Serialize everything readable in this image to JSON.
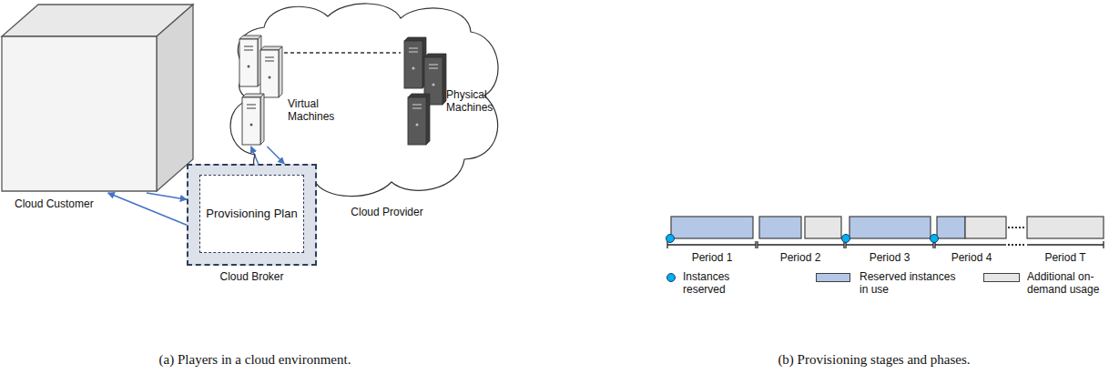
{
  "diagram": {
    "nodes": [
      {
        "text": [
          "Cloud Customer"
        ]
      },
      {
        "text": [
          "Cloud Broker"
        ]
      },
      {
        "text": [
          "Provisioning Plan"
        ],
        "in": 1
      },
      {
        "text": [
          "Cloud Provider"
        ]
      },
      {
        "text": [
          "Virtual Machines"
        ],
        "in": 3
      },
      {
        "text": [
          "Physical Machines"
        ],
        "in": 3
      }
    ],
    "edges": [
      {
        "from": 0,
        "to": 1,
        "arrow": "to"
      },
      {
        "from": 1,
        "to": 0,
        "arrow": "to"
      },
      {
        "from": 1,
        "to": 4,
        "arrow": "to"
      },
      {
        "from": 4,
        "to": 1,
        "arrow": "to"
      }
    ],
    "labels": [
      "Period 1",
      "Period 2",
      "Period 3",
      "Period 4",
      "Period T",
      "(a) Players in a cloud environment.",
      "(b) Provisioning stages and phases."
    ],
    "legend": [
      {
        "text": "Instances reserved",
        "color": "#00b0f0"
      },
      {
        "text": "Reserved instances in use",
        "color": "#b4c7e7"
      },
      {
        "text": "Additional on-demand usage",
        "color": "#e7e6e6"
      }
    ]
  }
}
